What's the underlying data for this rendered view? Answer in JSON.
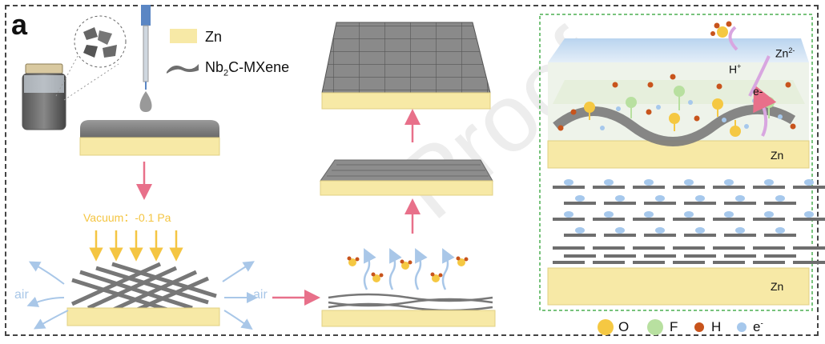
{
  "panel_label": "a",
  "legend_top": {
    "zn_label": "Zn",
    "mxene_label_prefix": "Nb",
    "mxene_label_sub": "2",
    "mxene_label_suffix": "C-MXene"
  },
  "vacuum_label": "Vacuum：-0.1 Pa",
  "air_label_left": "air",
  "air_label_right": "air",
  "detail_panel": {
    "zn_label_top": "Zn",
    "zn_label_bottom": "Zn",
    "ion_label_prefix": "Zn",
    "ion_label_sup": "2-",
    "proton_label": "H",
    "proton_sup": "+",
    "electron_label": "e-"
  },
  "legend_bottom": [
    {
      "symbol": "O",
      "color": "#f5c842"
    },
    {
      "symbol": "F",
      "color": "#b8e0a0"
    },
    {
      "symbol": "H",
      "color": "#c8541c"
    },
    {
      "symbol": "e",
      "sup": "-",
      "color": "#a6c8ec"
    }
  ],
  "watermark": "Proof",
  "colors": {
    "zn_yellow": "#f7e9a6",
    "mxene_gray": "#7a7a7a",
    "arrow_pink": "#e8708a",
    "vacuum_arrow": "#f4c542",
    "air_blue": "#a9c7e8",
    "panel_border": "#4caf50"
  }
}
